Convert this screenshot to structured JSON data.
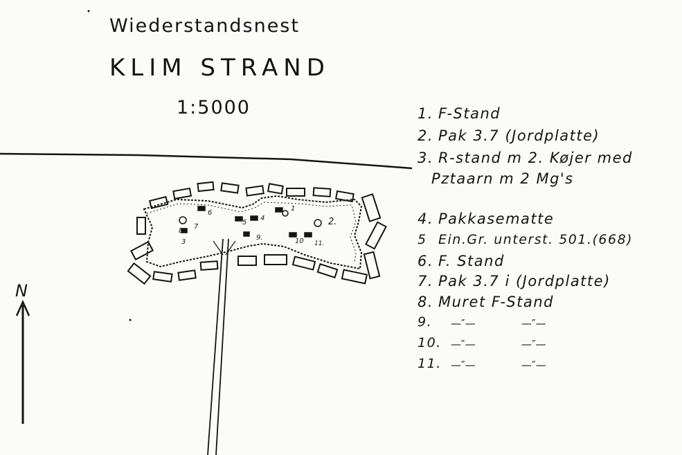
{
  "title": {
    "subtitle": "Wiederstandsnest",
    "name": "KLIM STRAND",
    "scale": "1:5000"
  },
  "north": {
    "label": "N",
    "icon": "north-arrow-icon"
  },
  "legend": [
    {
      "num": "1.",
      "text": "F-Stand"
    },
    {
      "num": "2.",
      "text": "Pak 3.7 (Jordplatte)"
    },
    {
      "num": "3.",
      "text": "R-stand m 2. Køjer med"
    },
    {
      "num": "",
      "text": "Pztaarn m 2 Mg's"
    },
    {
      "num": "4.",
      "text": "Pakkasematte"
    },
    {
      "num": "5",
      "text": "Ein.Gr. unterst. 501.(668)"
    },
    {
      "num": "6.",
      "text": "F. Stand"
    },
    {
      "num": "7.",
      "text": "Pak 3.7 i (Jordplatte)"
    },
    {
      "num": "8.",
      "text": "Muret F-Stand"
    },
    {
      "num": "9.",
      "text": ""
    },
    {
      "num": "10.",
      "text": ""
    },
    {
      "num": "11.",
      "text": ""
    }
  ],
  "ditto": {
    "mark_a": "—″—",
    "mark_b": "—″—"
  },
  "map_labels": {
    "n1": "1",
    "n2": "2.",
    "n3": "3",
    "n4": "4",
    "n5": "5",
    "n6": "6",
    "n7": "7",
    "n8": "8",
    "n9": "9.",
    "n10": "10",
    "n11": "11."
  },
  "colors": {
    "ink": "#141414",
    "paper": "#fbfbf9"
  }
}
